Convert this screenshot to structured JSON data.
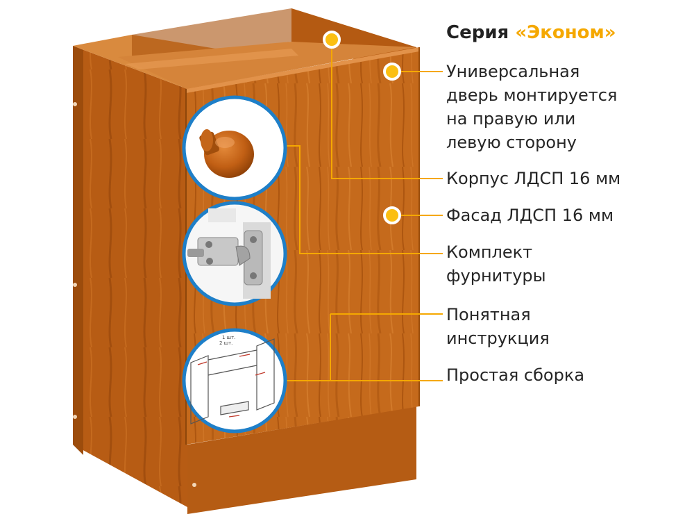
{
  "header": {
    "series_label": "Серия",
    "series_name": "«Эконом»",
    "accent_color": "#f5a800"
  },
  "features": [
    {
      "text": "Универсальная\nдверь монтируется\nна правую или\nлевую сторону"
    },
    {
      "text": "Корпус ЛДСП 16 мм"
    },
    {
      "text": "Фасад ЛДСП 16 мм"
    },
    {
      "text": "Комплект\nфурнитуры"
    },
    {
      "text": "Понятная\nинструкция"
    },
    {
      "text": "Простая сборка"
    }
  ],
  "illustration": {
    "subject": "cabinet-base-with-door",
    "material_color": "#c4691a",
    "insets": [
      "knob-icon",
      "hinge-icon",
      "assembly-diagram-icon"
    ],
    "diagram_labels": [
      "1 шт.",
      "2 шт."
    ]
  }
}
